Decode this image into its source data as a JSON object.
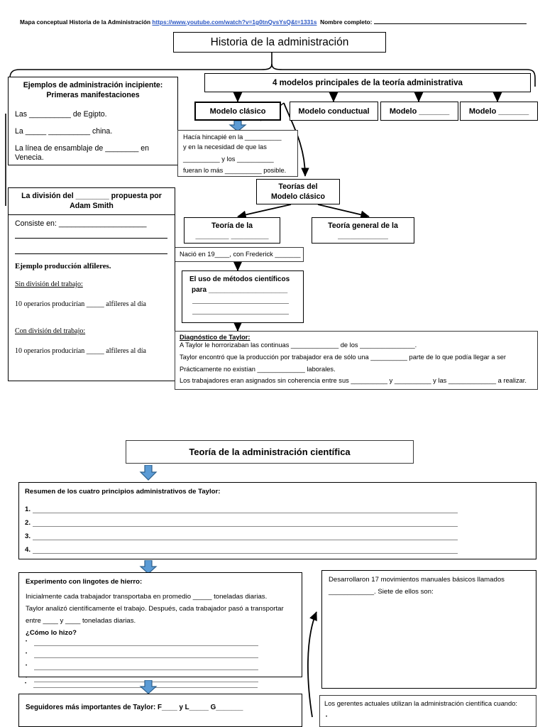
{
  "page": {
    "header": {
      "prefix": "Mapa conceptual Historia de la Administración",
      "url": "https://www.youtube.com/watch?v=1g0tnQvsYsQ&t=1331s",
      "name_label": "Nombre completo:"
    },
    "title_box": "Historia de la administración",
    "colors": {
      "arrow_fill": "#5B9BD5",
      "arrow_stroke": "#2E5F8A",
      "link": "#2B57C4",
      "border": "#000000",
      "rule": "#8A8A8A"
    }
  },
  "incipiente_box": {
    "title_line1": "Ejemplos de administración incipiente:",
    "title_line2": "Primeras manifestaciones",
    "items": [
      "Las __________ de Egipto.",
      "La _____ __________ china.",
      "La línea de ensamblaje de ________ en Venecia."
    ]
  },
  "modelos": {
    "heading": "4 modelos principales de la teoría administrativa",
    "boxes": [
      "Modelo clásico",
      "Modelo conductual",
      "Modelo _______",
      "Modelo _______"
    ]
  },
  "clasico_desc": {
    "lines": [
      "Hacía hincapié en la __________",
      "y en la necesidad de que las",
      "__________ y los __________",
      "fueran lo más __________ posible."
    ]
  },
  "teorias_clasico": {
    "line1": "Teorías del",
    "line2": "Modelo clásico"
  },
  "teoria_izq": {
    "line1": "Teoría de la",
    "line2": "________  _________"
  },
  "teoria_der": {
    "line1": "Teoría general de la",
    "line2": "____________"
  },
  "nacio_box": "Nació en 19____, con Frederick _______",
  "metodos_box": {
    "line1": "El uso de métodos científicos",
    "line2": "para ____________________",
    "blank_lines": 2
  },
  "division_box": {
    "title_line1": "La división del ________ propuesta por",
    "title_line2": "Adam Smith",
    "consiste_label": "Consiste en: _____________________",
    "consiste_extra_lines": 2,
    "ejemplo": "Ejemplo producción alfileres.",
    "sin_label": "Sin división del trabajo:",
    "sin_text": "10 operarios producirían _____ alfileres al día",
    "con_label": "Con división del trabajo:",
    "con_text": "10 operarios producirían _____ alfileres al día"
  },
  "diagnostico": {
    "title": "Diagnóstico de Taylor:",
    "lines": [
      "A Taylor le horrorizaban las continuas _____________ de los _______________.",
      "Taylor encontró que la producción por trabajador era de sólo una __________ parte de lo que podía llegar a ser",
      "Prácticamente no existían _____________ laborales.",
      "Los trabajadores eran asignados sin coherencia entre sus __________ y __________ y las _____________ a realizar."
    ]
  },
  "teoria_cientifica_box": "Teoría de la administración científica",
  "resumen_box": {
    "title": "Resumen de los cuatro principios administrativos de Taylor:",
    "numbers": [
      "1.",
      "2.",
      "3.",
      "4."
    ]
  },
  "experimento_box": {
    "title": "Experimento con lingotes de hierro:",
    "lines": [
      "Inicialmente cada trabajador transportaba en promedio _____ toneladas diarias.",
      "Taylor analizó científicamente el trabajo. Después, cada trabajador pasó a transportar",
      "entre ____ y ____ toneladas diarias."
    ],
    "question": "¿Cómo lo hizo?",
    "bullet_count": 5,
    "bullet_char": "•"
  },
  "seguidores_box": "Seguidores más importantes de Taylor: F____ y L_____ G_______",
  "movimientos_box": {
    "line1": "Desarrollaron 17 movimientos manuales básicos llamados",
    "line2": "____________. Siete de ellos son:"
  },
  "gerentes_box": {
    "line1": "Los gerentes actuales utilizan la administración científica cuando:",
    "bullet_char": "•"
  }
}
